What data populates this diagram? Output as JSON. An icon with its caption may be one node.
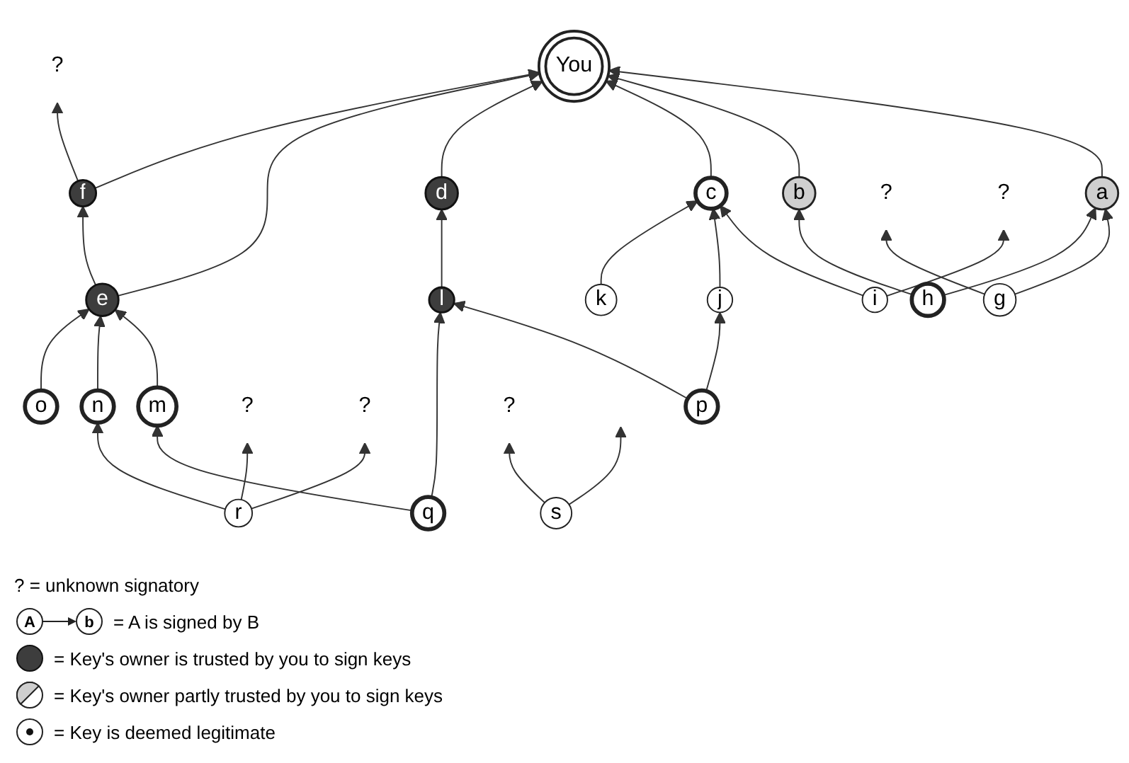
{
  "diagram": {
    "nodes": [
      {
        "text": [
          "You"
        ]
      },
      {
        "text": [
          "?"
        ]
      },
      {
        "text": [
          "a"
        ]
      },
      {
        "text": [
          "b"
        ]
      },
      {
        "text": [
          "c"
        ]
      },
      {
        "text": [
          "d"
        ]
      },
      {
        "text": [
          "e"
        ]
      },
      {
        "text": [
          "f"
        ]
      },
      {
        "text": [
          "?"
        ]
      },
      {
        "text": [
          "?"
        ]
      },
      {
        "text": [
          "g"
        ]
      },
      {
        "text": [
          "h"
        ]
      },
      {
        "text": [
          "i"
        ]
      },
      {
        "text": [
          "j"
        ]
      },
      {
        "text": [
          "k"
        ]
      },
      {
        "text": [
          "l"
        ]
      },
      {
        "text": [
          "m"
        ]
      },
      {
        "text": [
          "n"
        ]
      },
      {
        "text": [
          "o"
        ]
      },
      {
        "text": [
          "?"
        ]
      },
      {
        "text": [
          "?"
        ]
      },
      {
        "text": [
          "p"
        ]
      },
      {
        "text": [
          "q"
        ]
      },
      {
        "text": [
          "r"
        ]
      },
      {
        "text": [
          "?"
        ]
      },
      {
        "text": [
          "s"
        ]
      }
    ],
    "edges": [
      {
        "from": 2,
        "to": 0,
        "arrow": "to"
      },
      {
        "from": 3,
        "to": 0,
        "arrow": "to"
      },
      {
        "from": 4,
        "to": 0,
        "arrow": "to"
      },
      {
        "from": 5,
        "to": 0,
        "arrow": "to"
      },
      {
        "from": 6,
        "to": 0,
        "arrow": "to"
      },
      {
        "from": 7,
        "to": 0,
        "arrow": "to"
      },
      {
        "from": 6,
        "to": 7,
        "arrow": "to"
      },
      {
        "from": 7,
        "to": 1,
        "arrow": "to"
      },
      {
        "from": 10,
        "to": 8,
        "arrow": "to"
      },
      {
        "from": 10,
        "to": 2,
        "arrow": "to"
      },
      {
        "from": 11,
        "to": 2,
        "arrow": "to"
      },
      {
        "from": 11,
        "to": 3,
        "arrow": "to"
      },
      {
        "from": 12,
        "to": 9,
        "arrow": "to"
      },
      {
        "from": 12,
        "to": 4,
        "arrow": "to"
      },
      {
        "from": 13,
        "to": 4,
        "arrow": "to"
      },
      {
        "from": 14,
        "to": 4,
        "arrow": "to"
      },
      {
        "from": 15,
        "to": 5,
        "arrow": "to"
      },
      {
        "from": 16,
        "to": 6,
        "arrow": "to"
      },
      {
        "from": 17,
        "to": 6,
        "arrow": "to"
      },
      {
        "from": 18,
        "to": 6,
        "arrow": "to"
      },
      {
        "from": 21,
        "to": 13,
        "arrow": "to"
      },
      {
        "from": 21,
        "to": 15,
        "arrow": "to"
      },
      {
        "from": 22,
        "to": 15,
        "arrow": "to"
      },
      {
        "from": 22,
        "to": 16,
        "arrow": "to"
      },
      {
        "from": 23,
        "to": 17,
        "arrow": "to"
      },
      {
        "from": 23,
        "to": 19,
        "arrow": "to"
      },
      {
        "from": 23,
        "to": 20,
        "arrow": "to"
      },
      {
        "from": 25,
        "to": 24,
        "arrow": "to"
      },
      {
        "from": 25,
        "to": null,
        "arrow": "to"
      }
    ],
    "labels": [
      "A",
      "b"
    ],
    "legend": [
      {
        "text": "? = unknown signatory"
      },
      {
        "text": "= A is signed by B"
      },
      {
        "text": "= Key's owner is trusted by you to sign keys"
      },
      {
        "text": "= Key's owner partly trusted by you to sign keys"
      },
      {
        "text": "= Key is deemed legitimate"
      }
    ]
  }
}
